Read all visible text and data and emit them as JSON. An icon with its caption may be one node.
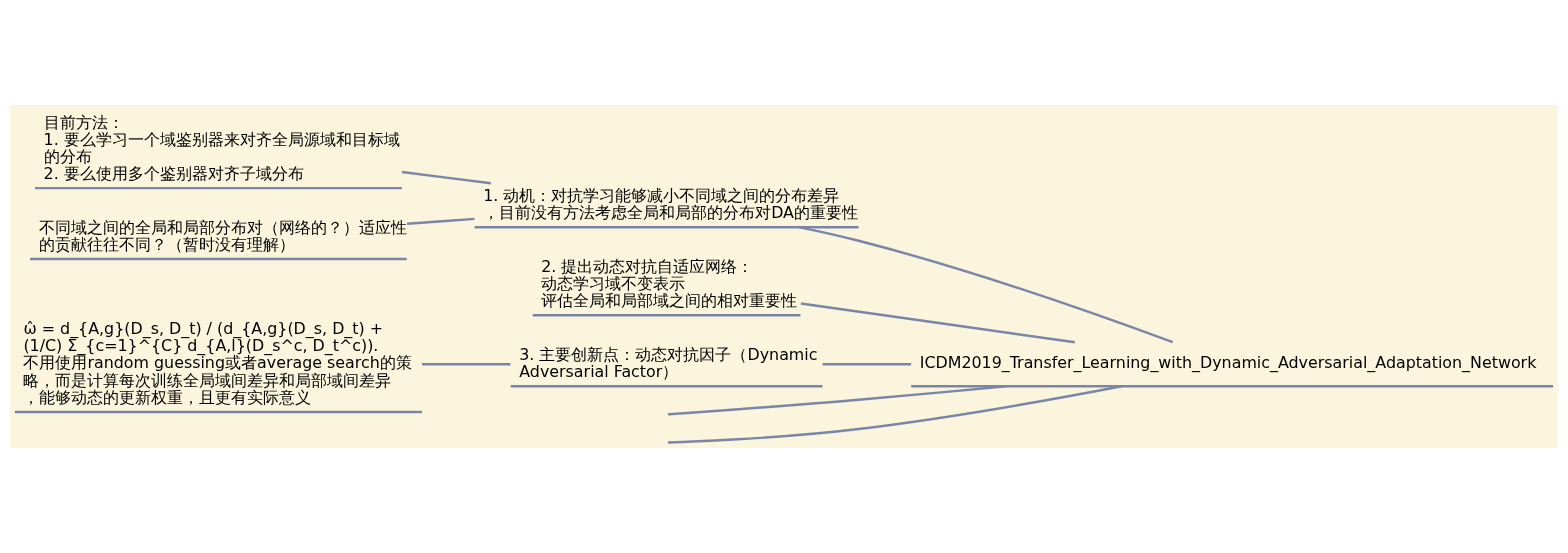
{
  "diagram": {
    "nodes": [
      {
        "text": [
          "ICDM2019_Transfer_Learning_with_Dynamic_Adversarial_Adaptation_Network"
        ]
      },
      {
        "text": [
          "1. 动机：对抗学习能够减小不同域之间的分布差异，目前没有方法考虑全局和局部的分布对DA的重要性"
        ]
      },
      {
        "text": [
          "目前方法：",
          "1. 要么学习一个域鉴别器来对齐全局源域和目标域的分布",
          "2. 要么使用多个鉴别器对齐子域分布"
        ]
      },
      {
        "text": [
          "不同域之间的全局和局部分布对（网络的？）适应性的贡献往往不同？（暂时没有理解）"
        ]
      },
      {
        "text": [
          "2. 提出动态对抗自适应网络：",
          "动态学习域不变表示",
          "评估全局和局部域之间的相对重要性"
        ]
      },
      {
        "text": [
          "3. 主要创新点：动态对抗因子（Dynamic Adversarial Factor）"
        ]
      },
      {
        "text": [
          "ω̂ = d_{A,g}(D_s, D_t) / (d_{A,g}(D_s, D_t) + (1/C) Σ_{c=1}^{C} d_{A,l}(D_s^c, D_t^c)).",
          "不用使用random guessing或者average search的策略，而是计算每次训练全局域间差异和局部域间差异，能够动态的更新权重，且更有实际意义"
        ]
      }
    ],
    "edges": [
      {
        "from": 0,
        "to": 1,
        "arrow": "none"
      },
      {
        "from": 1,
        "to": 2,
        "arrow": "none"
      },
      {
        "from": 1,
        "to": 3,
        "arrow": "none"
      },
      {
        "from": 0,
        "to": 4,
        "arrow": "none"
      },
      {
        "from": 0,
        "to": 5,
        "arrow": "none"
      },
      {
        "from": 5,
        "to": 6,
        "arrow": "none"
      },
      {
        "from": 0,
        "to": null,
        "arrow": "none"
      },
      {
        "from": 0,
        "to": null,
        "arrow": "none"
      }
    ]
  }
}
